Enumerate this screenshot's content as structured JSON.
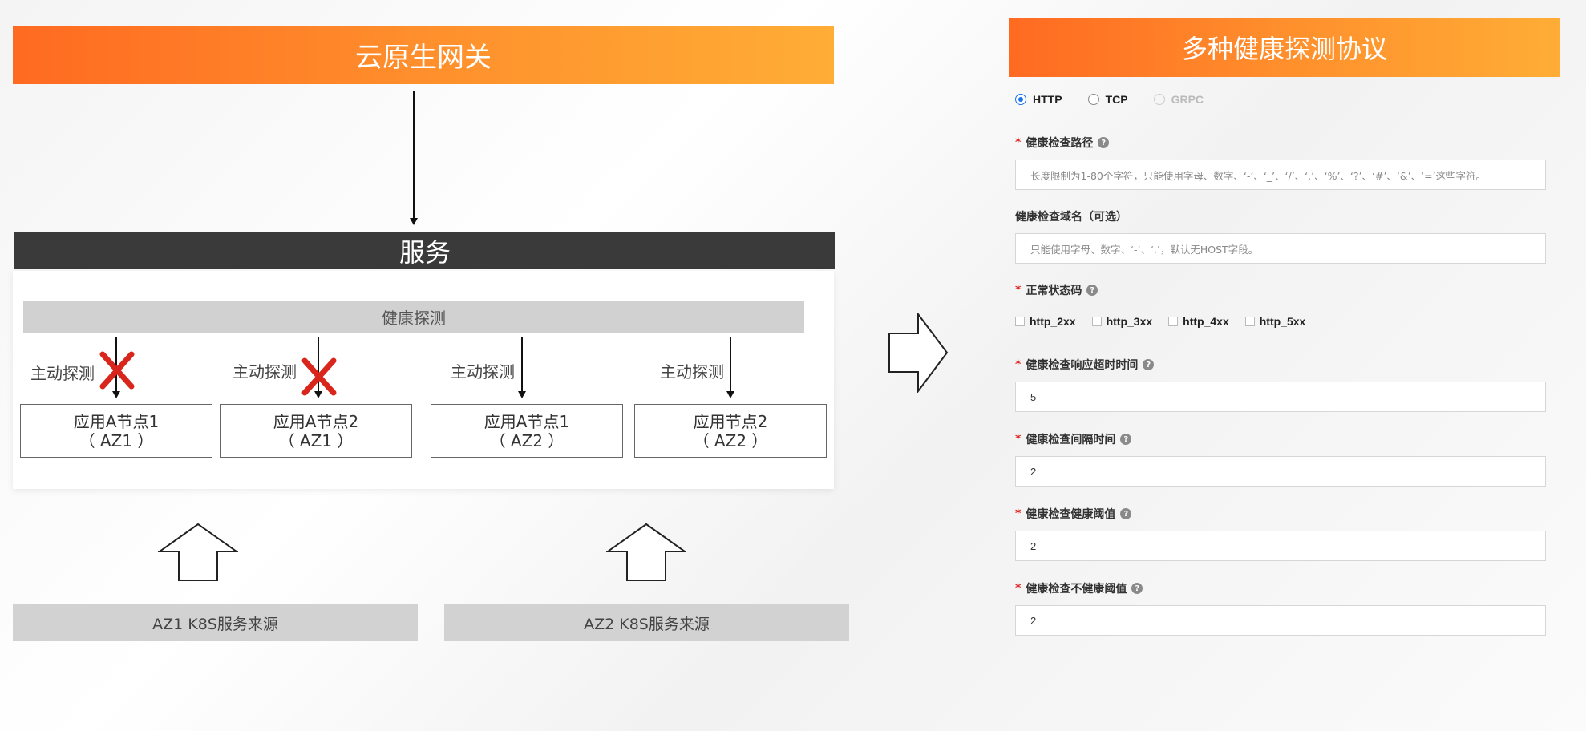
{
  "diagram": {
    "gateway_title": "云原生网关",
    "service_title": "服务",
    "health_check_bar": "健康探测",
    "probe_label": "主动探测",
    "nodes": [
      {
        "line1": "应用A节点1",
        "line2": "（ AZ1 ）",
        "status": "failed"
      },
      {
        "line1": "应用A节点2",
        "line2": "（ AZ1 ）",
        "status": "failed"
      },
      {
        "line1": "应用A节点1",
        "line2": "（ AZ2 ）",
        "status": "ok"
      },
      {
        "line1": "应用节点2",
        "line2": "（ AZ2 ）",
        "status": "ok"
      }
    ],
    "sources": [
      "AZ1 K8S服务来源",
      "AZ2 K8S服务来源"
    ]
  },
  "form": {
    "title": "多种健康探测协议",
    "protocols": [
      {
        "label": "HTTP",
        "checked": true,
        "disabled": false
      },
      {
        "label": "TCP",
        "checked": false,
        "disabled": false
      },
      {
        "label": "GRPC",
        "checked": false,
        "disabled": true
      }
    ],
    "path": {
      "label": "健康检查路径",
      "placeholder": "长度限制为1-80个字符，只能使用字母、数字、‘-’、‘_’、‘/’、‘.’、‘%’、‘?’、‘#’、‘&’、‘=’这些字符。"
    },
    "domain": {
      "label": "健康检查域名（可选）",
      "placeholder": "只能使用字母、数字、‘-’、‘.’，默认无HOST字段。"
    },
    "status_codes": {
      "label": "正常状态码",
      "options": [
        "http_2xx",
        "http_3xx",
        "http_4xx",
        "http_5xx"
      ]
    },
    "timeout": {
      "label": "健康检查响应超时时间",
      "value": "5"
    },
    "interval": {
      "label": "健康检查间隔时间",
      "value": "2"
    },
    "healthy_threshold": {
      "label": "健康检查健康阈值",
      "value": "2"
    },
    "unhealthy_threshold": {
      "label": "健康检查不健康阈值",
      "value": "2"
    }
  },
  "colors": {
    "banner_start": "#ff6a21",
    "banner_end": "#ffad36",
    "service_bar": "#3a3a3a",
    "fail_mark": "#d9261c",
    "radio_selected": "#1a73e8",
    "required_star": "#e02020"
  }
}
